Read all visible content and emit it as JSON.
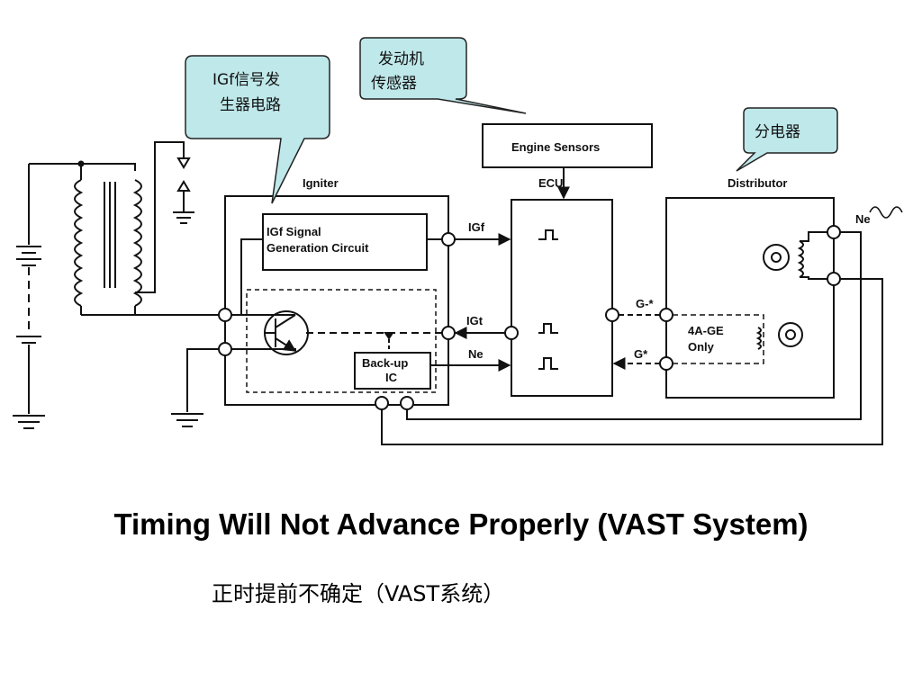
{
  "diagram": {
    "blocks": {
      "igniter": "Igniter",
      "ecu": "ECU",
      "distributor": "Distributor",
      "engine_sensors": "Engine Sensors",
      "igf_circuit_line1": "IGf Signal",
      "igf_circuit_line2": "Generation Circuit",
      "backup_ic_line1": "Back-up",
      "backup_ic_line2": "IC",
      "only_line1": "4A-GE",
      "only_line2": "Only"
    },
    "signals": {
      "igf": "IGf",
      "igt": "IGt",
      "ne_ecu": "Ne",
      "g_minus": "G-*",
      "g_plus": "G*",
      "ne_dist": "Ne"
    },
    "callouts": {
      "igf_line1": "IGf信号发",
      "igf_line2": "生器电路",
      "sensor_line1": "发动机",
      "sensor_line2": "传感器",
      "distributor": "分电器"
    },
    "colors": {
      "callout_fill": "#bfe8ea",
      "callout_stroke": "#222222",
      "line": "#111111"
    }
  },
  "title": "Timing Will Not Advance Properly (VAST System)",
  "subtitle": "正时提前不确定（VAST系统）"
}
